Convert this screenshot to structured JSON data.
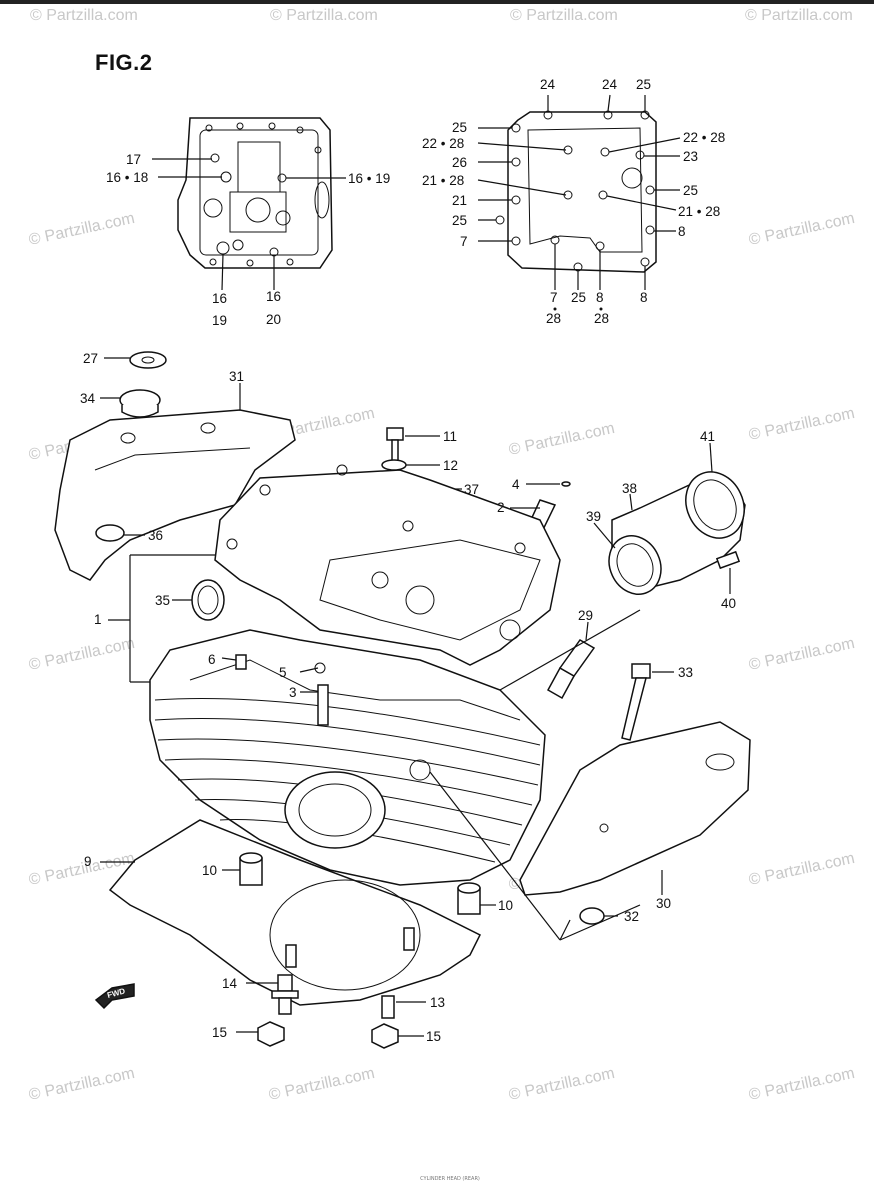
{
  "figure": {
    "title": "FIG.2"
  },
  "watermark": {
    "text": "© Partzilla.com"
  },
  "callouts": {
    "c1": "1",
    "c2": "2",
    "c3": "3",
    "c4": "4",
    "c5": "5",
    "c6": "6",
    "c7a": "7",
    "c7b": "7",
    "c8a": "8",
    "c8b": "8",
    "c8c": "8",
    "c9": "9",
    "c10a": "10",
    "c10b": "10",
    "c11": "11",
    "c12": "12",
    "c13": "13",
    "c14": "14",
    "c15a": "15",
    "c15b": "15",
    "c16a": "16",
    "c16b": "16",
    "c1618": "16 • 18",
    "c1619": "16 • 19",
    "c17": "17",
    "c19": "19",
    "c20": "20",
    "c2128a": "21 • 28",
    "c21": "21",
    "c2128b": "21 • 28",
    "c2228a": "22 • 28",
    "c2228b": "22 • 28",
    "c23": "23",
    "c24a": "24",
    "c24b": "24",
    "c25a": "25",
    "c25b": "25",
    "c25c": "25",
    "c25d": "25",
    "c25e": "25",
    "c26": "26",
    "c27": "27",
    "c28a": "28",
    "c28b": "28",
    "c29": "29",
    "c30": "30",
    "c31": "31",
    "c32": "32",
    "c33": "33",
    "c34": "34",
    "c35": "35",
    "c36": "36",
    "c37": "37",
    "c38": "38",
    "c39": "39",
    "c40": "40",
    "c41": "41"
  },
  "direction_tag": {
    "text": "FWD"
  },
  "footer": {
    "text": "CYLINDER HEAD (REAR)"
  }
}
